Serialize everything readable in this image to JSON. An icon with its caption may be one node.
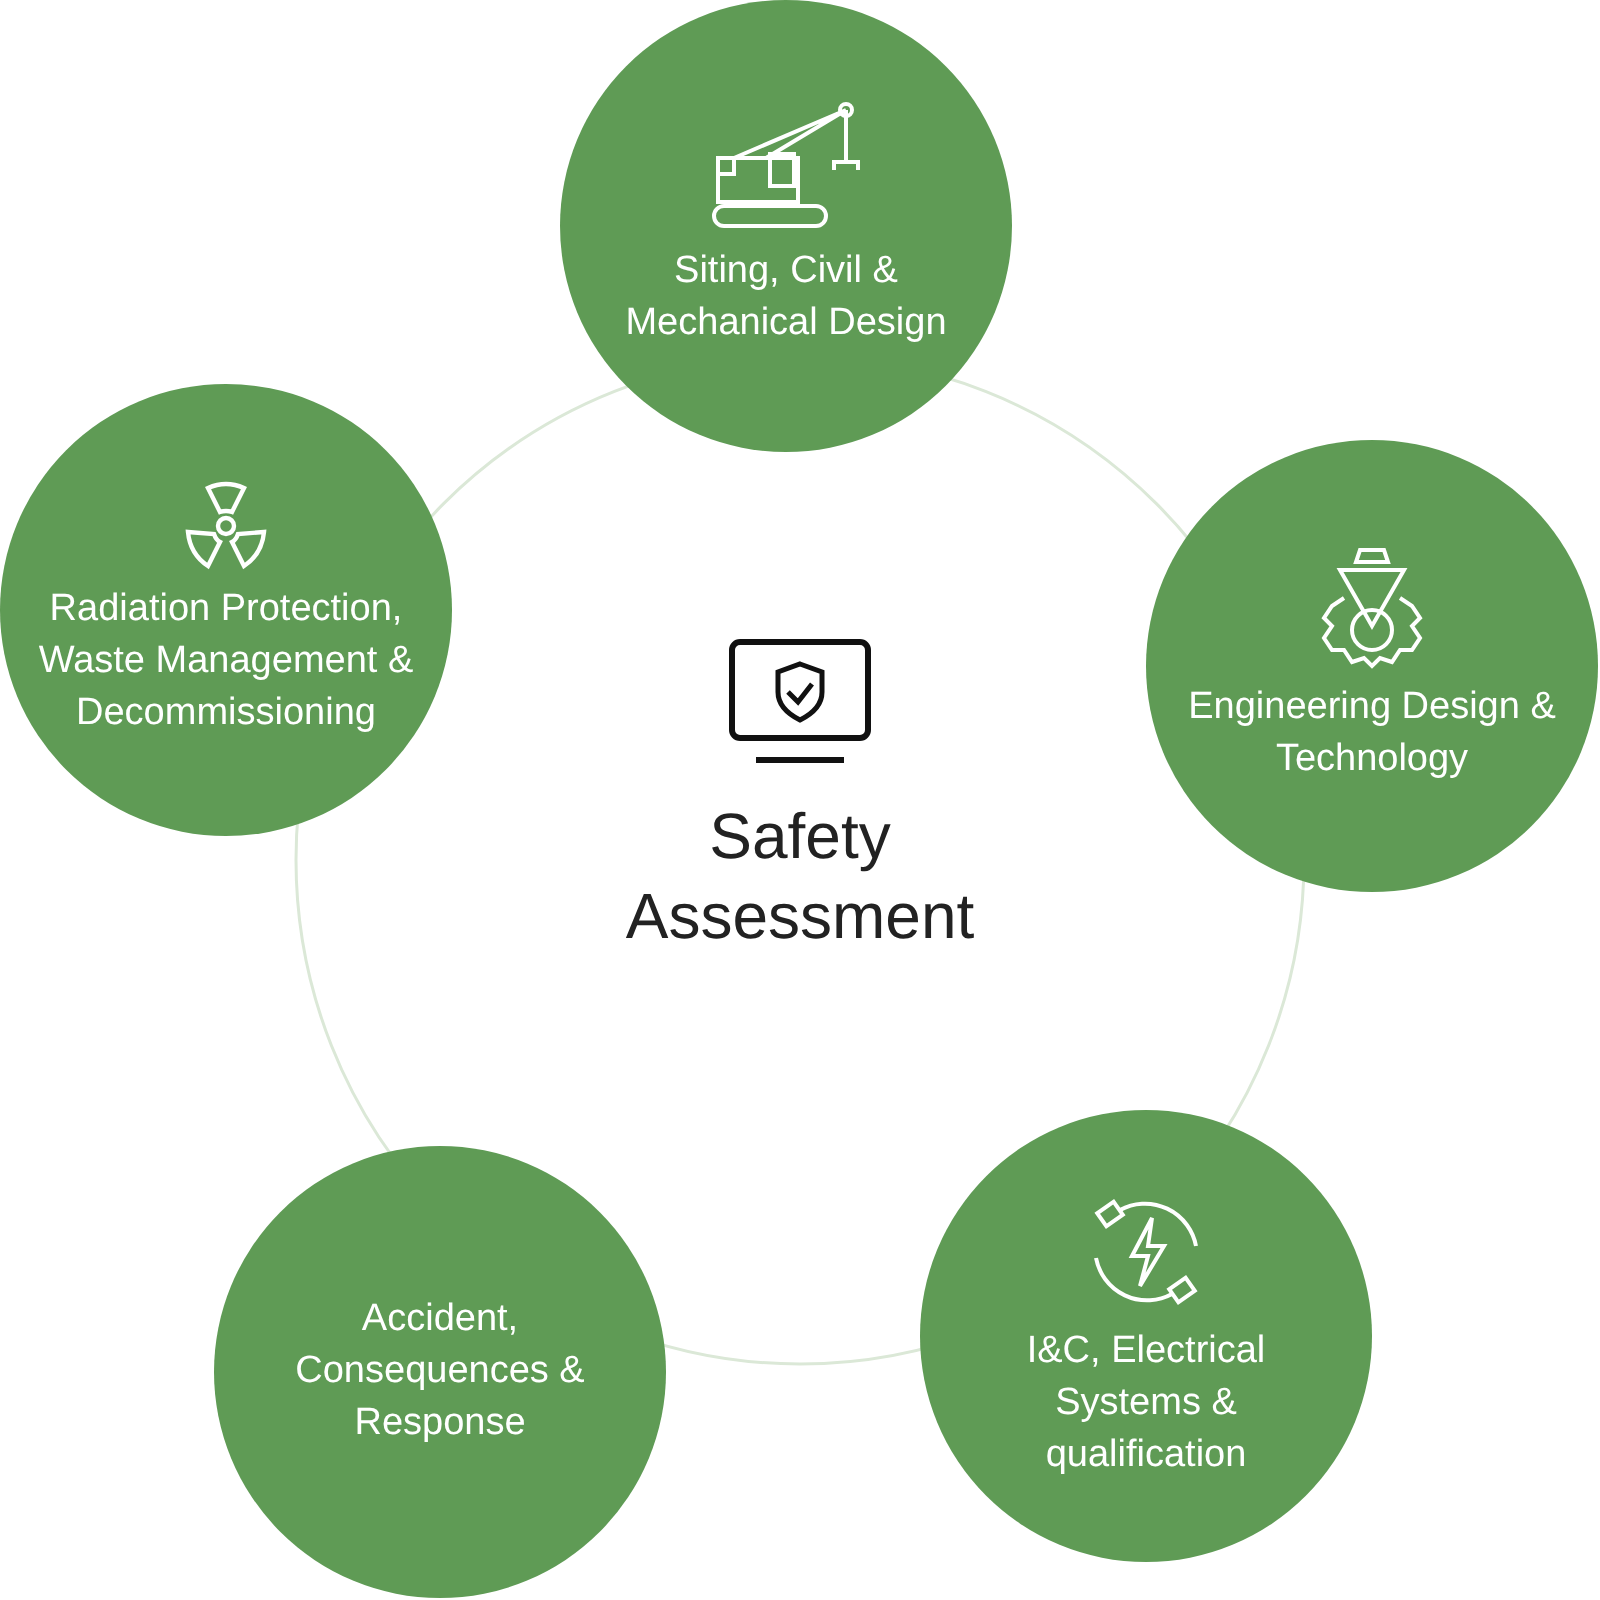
{
  "diagram": {
    "nodes": [
      {
        "text": [
          "Safety Assessment"
        ]
      },
      {
        "text": [
          "Siting, Civil & Mechanical Design"
        ]
      },
      {
        "text": [
          "Engineering Design & Technology"
        ]
      },
      {
        "text": [
          "I&C, Electrical Systems & qualification"
        ]
      },
      {
        "text": [
          "Accident, Consequences & Response"
        ]
      },
      {
        "text": [
          "Radiation Protection, Waste Management & Decommissioning"
        ]
      }
    ]
  }
}
